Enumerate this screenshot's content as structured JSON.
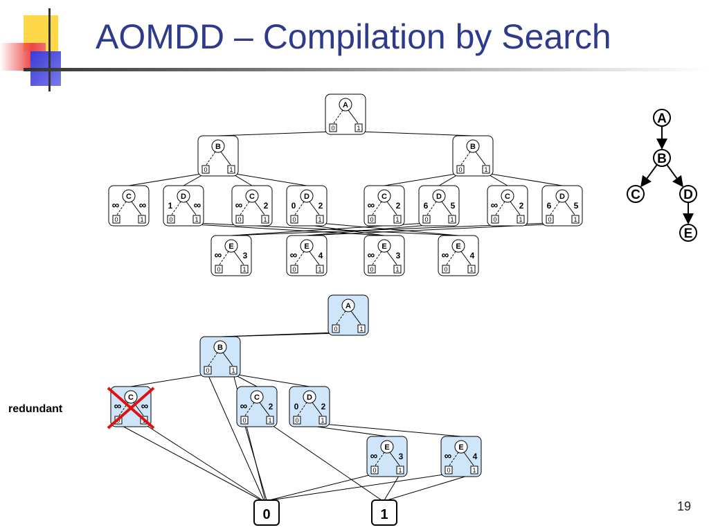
{
  "slide": {
    "title": "AOMDD – Compilation by Search",
    "page_number": "19",
    "annotation": "redundant"
  },
  "colors": {
    "title": "#2e3a8c",
    "highlight_fill": "#cfe6fa",
    "cross": "#e01010",
    "deco_yellow": "#ffd84a",
    "deco_red": "#ee4444",
    "deco_blue": "#3a3ad8"
  },
  "diagram": {
    "ao_tree": [
      {
        "id": "A",
        "label": "A",
        "w0": "",
        "w1": "",
        "v0": "0",
        "v1": "1"
      },
      {
        "id": "B1",
        "label": "B",
        "w0": "",
        "w1": "",
        "v0": "0",
        "v1": "1"
      },
      {
        "id": "B2",
        "label": "B",
        "w0": "",
        "w1": "",
        "v0": "0",
        "v1": "1"
      },
      {
        "id": "C1",
        "label": "C",
        "w0": "∞",
        "w1": "∞",
        "v0": "0",
        "v1": "1"
      },
      {
        "id": "D1",
        "label": "D",
        "w0": "1",
        "w1": "∞",
        "v0": "0",
        "v1": "1"
      },
      {
        "id": "C2",
        "label": "C",
        "w0": "∞",
        "w1": "2",
        "v0": "0",
        "v1": "1"
      },
      {
        "id": "D2",
        "label": "D",
        "w0": "0",
        "w1": "2",
        "v0": "0",
        "v1": "1"
      },
      {
        "id": "C3",
        "label": "C",
        "w0": "∞",
        "w1": "2",
        "v0": "0",
        "v1": "1"
      },
      {
        "id": "D3",
        "label": "D",
        "w0": "6",
        "w1": "5",
        "v0": "0",
        "v1": "1"
      },
      {
        "id": "C4",
        "label": "C",
        "w0": "∞",
        "w1": "2",
        "v0": "0",
        "v1": "1"
      },
      {
        "id": "D4",
        "label": "D",
        "w0": "6",
        "w1": "5",
        "v0": "0",
        "v1": "1"
      },
      {
        "id": "E1",
        "label": "E",
        "w0": "∞",
        "w1": "3",
        "v0": "0",
        "v1": "1"
      },
      {
        "id": "E2",
        "label": "E",
        "w0": "∞",
        "w1": "4",
        "v0": "0",
        "v1": "1"
      },
      {
        "id": "E3",
        "label": "E",
        "w0": "∞",
        "w1": "3",
        "v0": "0",
        "v1": "1"
      },
      {
        "id": "E4",
        "label": "E",
        "w0": "∞",
        "w1": "4",
        "v0": "0",
        "v1": "1"
      }
    ],
    "pseudo_tree": {
      "nodes": [
        "A",
        "B",
        "C",
        "D",
        "E"
      ],
      "edges": [
        [
          "A",
          "B"
        ],
        [
          "B",
          "C"
        ],
        [
          "B",
          "D"
        ],
        [
          "D",
          "E"
        ]
      ]
    },
    "aomdd": [
      {
        "id": "mA",
        "label": "A",
        "w0": "",
        "w1": "",
        "v0": "0",
        "v1": "1"
      },
      {
        "id": "mB",
        "label": "B",
        "w0": "",
        "w1": "",
        "v0": "0",
        "v1": "1"
      },
      {
        "id": "mCr",
        "label": "C",
        "w0": "∞",
        "w1": "∞",
        "v0": "0",
        "v1": "1",
        "redundant": true
      },
      {
        "id": "mC",
        "label": "C",
        "w0": "∞",
        "w1": "2",
        "v0": "0",
        "v1": "1"
      },
      {
        "id": "mD",
        "label": "D",
        "w0": "0",
        "w1": "2",
        "v0": "0",
        "v1": "1"
      },
      {
        "id": "mE1",
        "label": "E",
        "w0": "∞",
        "w1": "3",
        "v0": "0",
        "v1": "1"
      },
      {
        "id": "mE2",
        "label": "E",
        "w0": "∞",
        "w1": "4",
        "v0": "0",
        "v1": "1"
      }
    ],
    "terminals": [
      {
        "id": "T0",
        "label": "0"
      },
      {
        "id": "T1",
        "label": "1"
      }
    ]
  }
}
